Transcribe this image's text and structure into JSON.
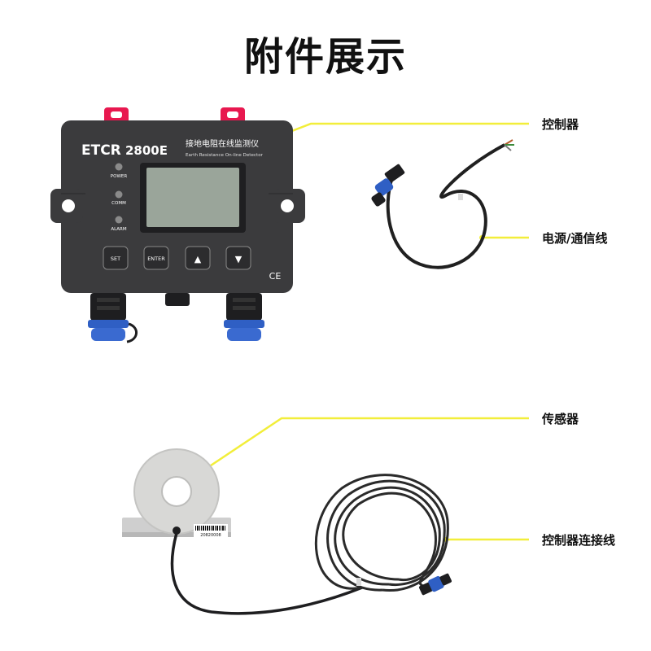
{
  "title": "附件展示",
  "callouts": {
    "controller": "控制器",
    "power_comm_cable": "电源/通信线",
    "sensor": "传感器",
    "controller_connect_cable": "控制器连接线"
  },
  "device": {
    "brand": "ETCR",
    "model": "2800E",
    "name_cn": "接地电阻在线监测仪",
    "name_en": "Earth Resistance On-line Detector",
    "indicators": [
      "POWER",
      "COMM",
      "ALARM"
    ],
    "buttons": {
      "set": "SET",
      "enter": "ENTER",
      "up": "▲",
      "down": "▼"
    },
    "ce_mark": "CE"
  },
  "sensor": {
    "barcode_text": "20820008"
  },
  "colors": {
    "callout_line": "#f2ee3a",
    "device_body": "#3b3b3d",
    "lcd": "#9aa59a",
    "connector_blue": "#2f5fc4"
  }
}
